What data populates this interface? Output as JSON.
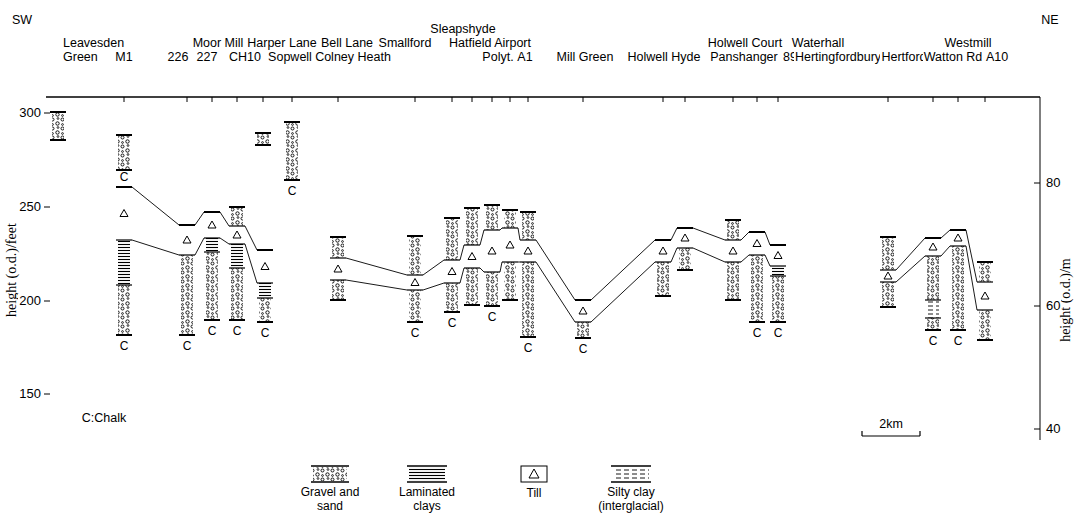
{
  "diagram": {
    "labels": [
      "SW",
      "NE",
      "Sleapshyde",
      "Leavesden Green",
      "Moor Mill",
      "Harper Lane",
      "Bell Lane",
      "Smallford",
      "Hatfield Airport",
      "Holwell Court",
      "Waterhall",
      "Westmill",
      "M1",
      "226",
      "227",
      "CH10",
      "Sopwell",
      "Colney Heath",
      "Polyt.",
      "A1",
      "Mill Green",
      "Holwell Hyde",
      "Panshanger",
      "89",
      "Hertingfordbury",
      "Hertford",
      "Watton Rd",
      "A10",
      "height (o.d.)/feet",
      "300",
      "250",
      "200",
      "150",
      "height (o.d.)/m",
      "80",
      "60",
      "40",
      "C:Chalk",
      "2km",
      "C",
      "C",
      "C",
      "C",
      "C",
      "C",
      "C",
      "C",
      "C",
      "C",
      "C",
      "C",
      "C",
      "C",
      "C",
      "C"
    ],
    "legend": [
      {
        "text": "Gravel and sand"
      },
      {
        "text": "Laminated clays"
      },
      {
        "text": "Till"
      },
      {
        "text": "Silty clay (interglacial)"
      }
    ]
  }
}
